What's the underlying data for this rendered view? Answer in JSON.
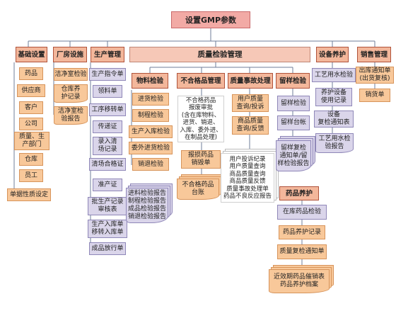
{
  "root": "设置GMP参数",
  "categories": {
    "basic": "基础设置",
    "facility": "厂房设施",
    "production": "生产管理",
    "quality": "质量检验管理",
    "equipment": "设备养护",
    "sales": "销售管理"
  },
  "basic_items": [
    "药品",
    "供应商",
    "客户",
    "公司",
    "质量、生\n产部门",
    "仓库",
    "员工",
    "单据性质设定"
  ],
  "facility_items": [
    "洁净室检验",
    "仓库养\n护记录",
    "洁净室检\n验报告"
  ],
  "production_items": [
    "生产指令单",
    "领料单",
    "工序移转单",
    "传递证",
    "录入清\n场记录",
    "清场合格证",
    "准产证",
    "批生产记录\n审核表",
    "生产入库单\n移转入库单",
    "成品放行单"
  ],
  "quality": {
    "material": {
      "title": "物料检验",
      "items": [
        "进货检验",
        "制程检验",
        "生产入库检验",
        "委外进货检验",
        "销退检验"
      ],
      "report": "进料检验报告\n制程检验报告\n成品检验报告\n销退检验报告"
    },
    "nonconform": {
      "title": "不合格品管理",
      "summary": "不合格药品\n报废审批\n(含在库物料、\n进货、销退、\n入库、委外进、\n在制品处理)",
      "scrap": "报损药品\n销毁单",
      "ledger": "不合格药品\n台账"
    },
    "incident": {
      "title": "质量事故处理",
      "items": [
        "用户质量\n查询/投诉",
        "商品质量\n查询/反馈"
      ],
      "report": "用户投诉纪录\n用户质量查询\n商品质量查询\n商品质量反馈\n质量事故处理单\n药品不良反应报告"
    },
    "retain": {
      "title": "留样检验",
      "items": [
        "留样检验",
        "留样台帐"
      ],
      "report": "留样复检\n通知单/留\n样检验报告"
    },
    "drug_care": {
      "title": "药品养护",
      "items": [
        "在库药品检验",
        "药品养护记录",
        "质量复检通知单"
      ],
      "report": "近效期药品催销表\n药品养护档案"
    }
  },
  "equipment_items": [
    "工艺用水检验",
    "养护设备\n使用记录",
    "设备\n复检通知表",
    "工艺用水检\n验报告"
  ],
  "sales_items": [
    "出库通知单\n(出货复核)",
    "销货单"
  ]
}
